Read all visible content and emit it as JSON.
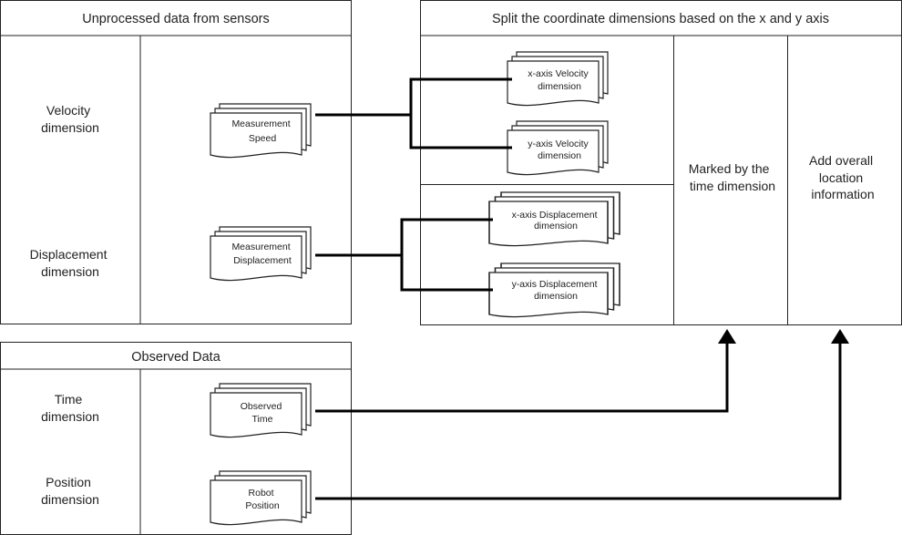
{
  "sensors_panel": {
    "title": "Unprocessed data from sensors",
    "velocity_label": [
      "Velocity",
      "dimension"
    ],
    "displacement_label": [
      "Displacement",
      "dimension"
    ],
    "speed_doc": [
      "Measurement",
      "Speed"
    ],
    "displacement_doc": [
      "Measurement",
      "Displacement"
    ]
  },
  "observed_panel": {
    "title": "Observed Data",
    "time_label": [
      "Time",
      "dimension"
    ],
    "position_label": [
      "Position",
      "dimension"
    ],
    "time_doc": [
      "Observed",
      "Time"
    ],
    "position_doc": [
      "Robot",
      "Position"
    ]
  },
  "split_panel": {
    "title": "Split the coordinate dimensions based on the x and y axis",
    "x_velocity_doc": [
      "x-axis Velocity",
      "dimension"
    ],
    "y_velocity_doc": [
      "y-axis Velocity",
      "dimension"
    ],
    "x_displacement_doc": [
      "x-axis Displacement",
      "dimension"
    ],
    "y_displacement_doc": [
      "y-axis Displacement",
      "dimension"
    ],
    "time_marked_label": [
      "Marked by the",
      "time dimension"
    ],
    "location_label": [
      "Add overall",
      "location",
      "information"
    ]
  }
}
